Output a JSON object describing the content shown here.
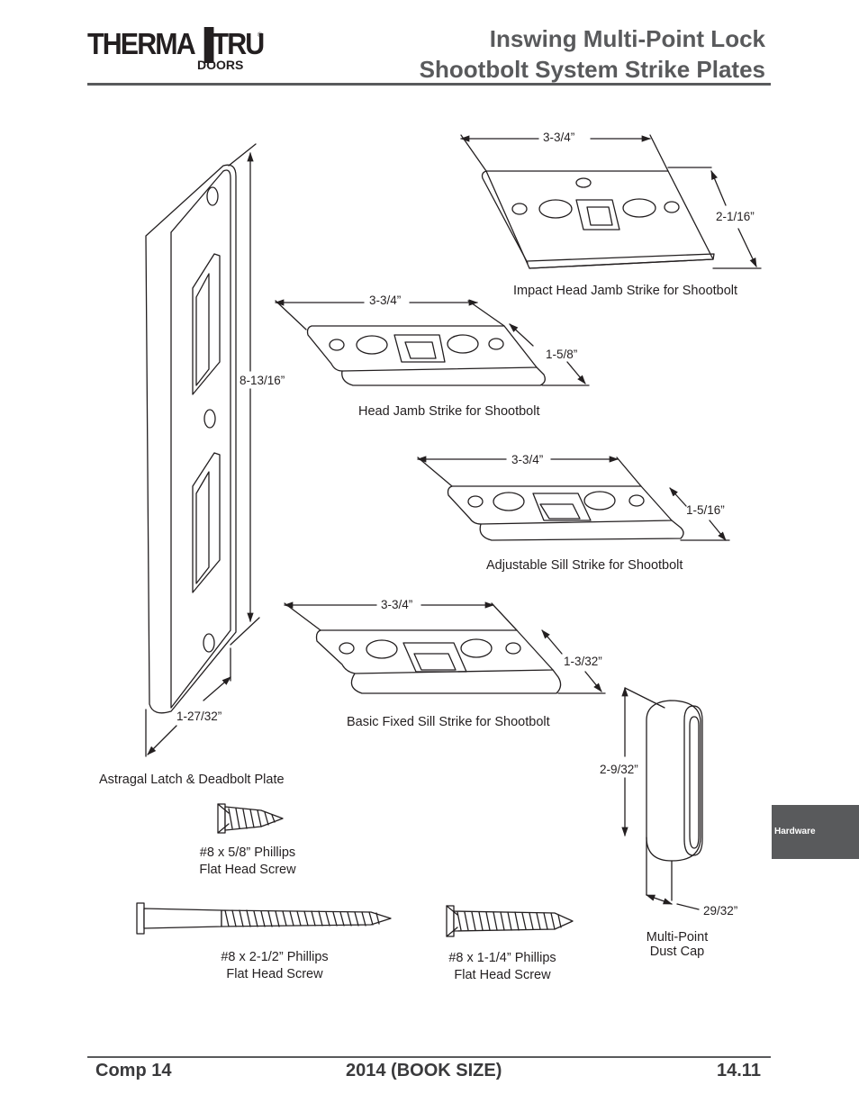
{
  "header": {
    "brand": "THERMA▐TRU",
    "brand_sub": "DOORS",
    "registered": "®",
    "title_line1": "Inswing Multi-Point Lock",
    "title_line2": "Shootbolt System Strike Plates"
  },
  "side_tab": {
    "label": "Hardware"
  },
  "parts": {
    "impact_head": {
      "label": "Impact Head Jamb  Strike for Shootbolt",
      "width": "3-3/4”",
      "depth": "2-1/16”"
    },
    "head_jamb": {
      "label": "Head Jamb Strike for Shootbolt",
      "width": "3-3/4”",
      "depth": "1-5/8”"
    },
    "adjustable_sill": {
      "label": "Adjustable Sill Strike for Shootbolt",
      "width": "3-3/4”",
      "depth": "1-5/16”"
    },
    "basic_sill": {
      "label": "Basic Fixed Sill Strike for Shootbolt",
      "width": "3-3/4”",
      "depth": "1-3/32”"
    },
    "astragal": {
      "label": "Astragal Latch & Deadbolt Plate",
      "height": "8-13/16”",
      "width": "1-27/32”"
    },
    "dust_cap": {
      "label_line1": "Multi-Point",
      "label_line2": "Dust Cap",
      "height": "2-9/32”",
      "width": "29/32”"
    },
    "screw_short": {
      "line1": "#8 x 5/8” Phillips",
      "line2": "Flat Head Screw"
    },
    "screw_long": {
      "line1": "#8 x 2-1/2” Phillips",
      "line2": "Flat Head Screw"
    },
    "screw_mid": {
      "line1": "#8 x 1-1/4” Phillips",
      "line2": "Flat Head Screw"
    }
  },
  "footer": {
    "left": "Comp 14",
    "center": "2014 (BOOK SIZE)",
    "right": "14.11"
  }
}
